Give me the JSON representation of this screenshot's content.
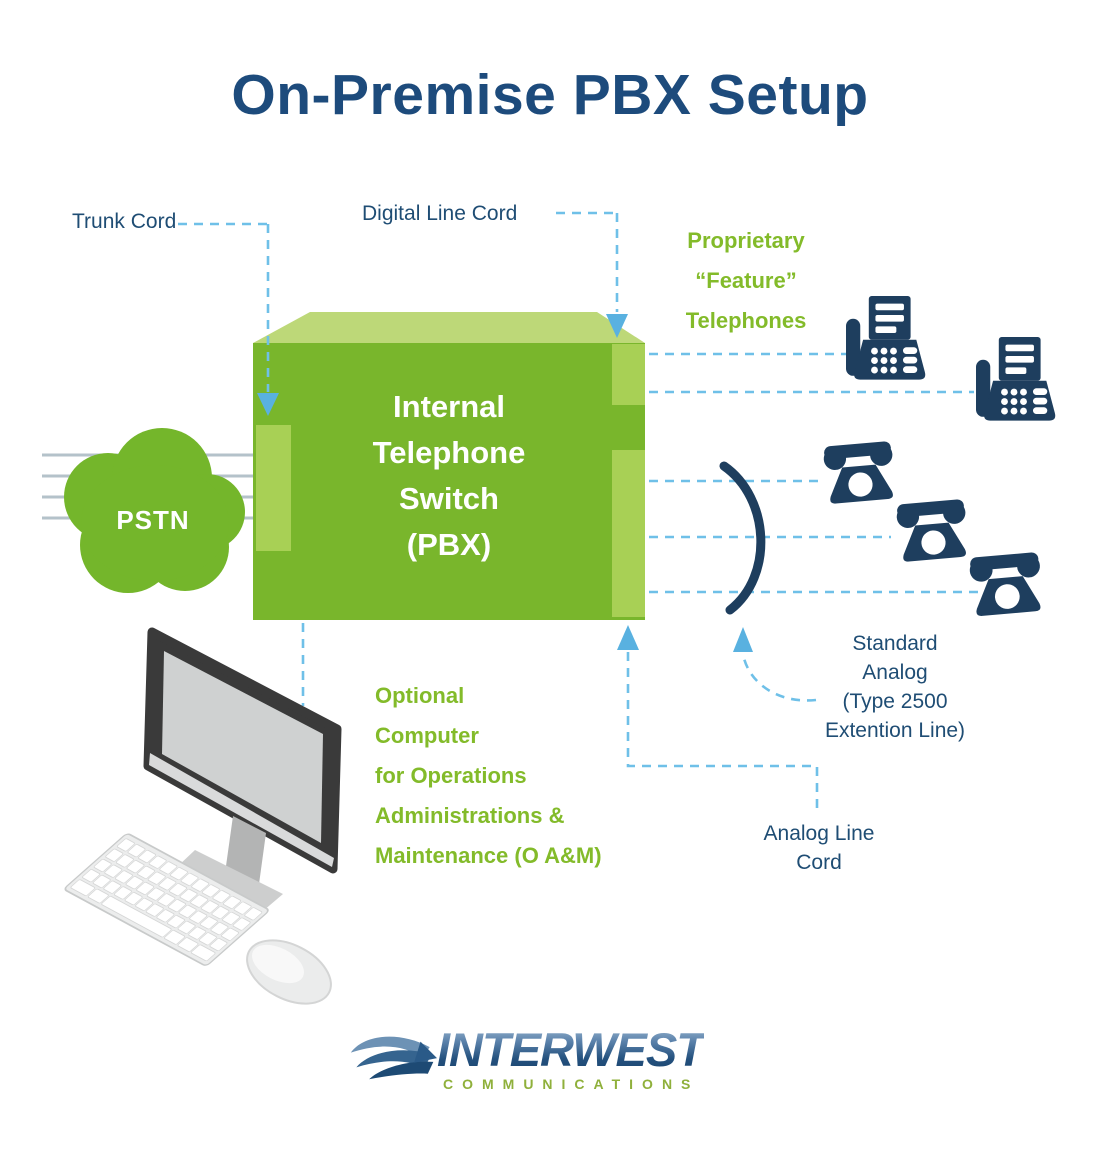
{
  "title": "On-Premise PBX Setup",
  "pstn": {
    "label": "PSTN"
  },
  "pbx_box": {
    "lines": [
      "Internal",
      "Telephone",
      "Switch",
      "(PBX)"
    ]
  },
  "callouts": {
    "trunk_cord": "Trunk Cord",
    "digital_line_cord": "Digital Line Cord",
    "proprietary": [
      "Proprietary",
      "“Feature”",
      "Telephones"
    ],
    "standard_analog": [
      "Standard",
      "Analog",
      "(Type 2500",
      "Extention Line)"
    ],
    "analog_line_cord": [
      "Analog Line",
      "Cord"
    ],
    "oam": [
      "Optional",
      "Computer",
      "for Operations",
      "Administrations &",
      "Maintenance (O A&M)"
    ]
  },
  "logo": {
    "brand": "INTERWEST",
    "tagline": "COMMUNICATIONS"
  },
  "icons": {
    "feature_phone": "feature-phone-icon",
    "analog_phone": "analog-phone-icon",
    "cloud": "pstn-cloud-icon",
    "computer": "desktop-computer-icon",
    "swoosh": "logo-swoosh-icon"
  },
  "colors": {
    "title_navy": "#1d4b7c",
    "label_navy": "#1f4d74",
    "green_text": "#83bb2a",
    "box_front_green": "#79b62c",
    "box_top_green": "#bdd878",
    "box_panel_green": "#a8d055",
    "phone_navy": "#1e3e5e",
    "dashed_blue": "#6fc0e8",
    "arrow_blue": "#59b1e0",
    "pstn_line_gray": "#b4c2ca",
    "logo_blue": "#2c5b8c",
    "logo_green": "#8fb03b"
  }
}
